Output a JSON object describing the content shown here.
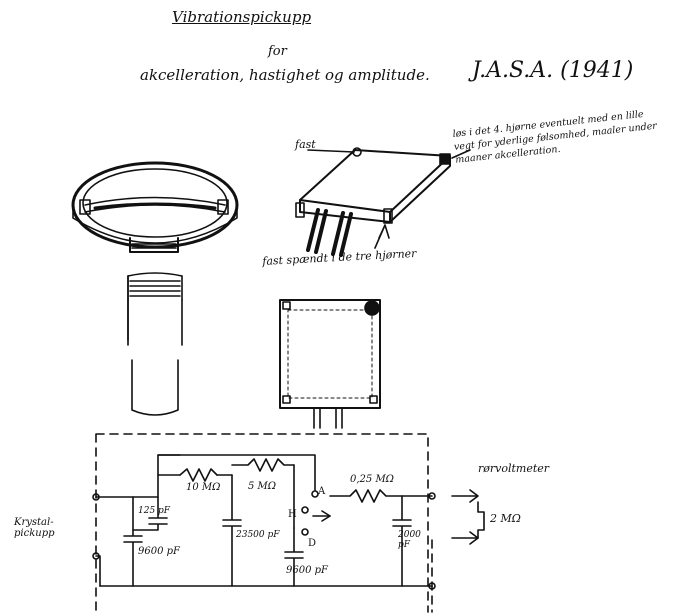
{
  "title": "Vibrationspickupp",
  "subtitle_for": "for",
  "subtitle": "akcelleration, hastighet og amplitude.",
  "reference": "J.A.S.A. (1941)",
  "sketch": {
    "label_fast": "fast",
    "note_load": "løs i det 4. hjørne eventuelt med en lille vegt for yderlige følsomhed, maaler under maaner akcelleration.",
    "note_clamped": "fast spændt i de tre hjørner"
  },
  "circuit": {
    "pickup_label": "Krystal-pickupp",
    "cap_125": "125 pF",
    "cap_9600a": "9600 pF",
    "res_10": "10 MΩ",
    "res_5": "5 MΩ",
    "cap_23500": "23500 pF",
    "cap_9600b": "9600 pF",
    "switch_a": "A",
    "switch_h": "H",
    "switch_d": "D",
    "res_025": "0,25 MΩ",
    "cap_2000": "2000 pF",
    "tube_label": "rørvoltmeter",
    "res_2": "2 MΩ"
  }
}
